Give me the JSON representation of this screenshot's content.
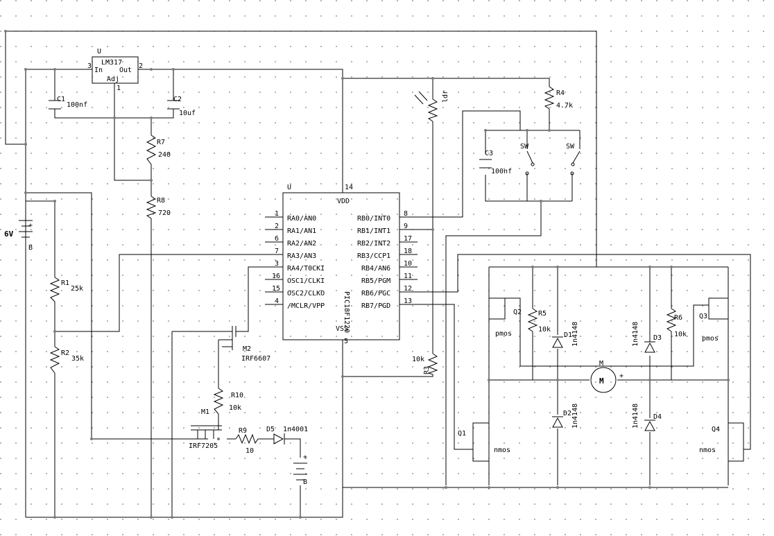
{
  "regulator": {
    "ref": "U",
    "part": "LM317",
    "in_label": "In",
    "out_label": "Out",
    "adj_label": "Adj",
    "pin_in": "3",
    "pin_out": "2",
    "pin_adj": "1"
  },
  "caps": [
    {
      "ref": "C1",
      "value": "100nf"
    },
    {
      "ref": "C2",
      "value": "10uf"
    },
    {
      "ref": "C3",
      "value": "100nf"
    }
  ],
  "resistors": [
    {
      "ref": "R7",
      "value": "240"
    },
    {
      "ref": "R8",
      "value": "720"
    },
    {
      "ref": "R1",
      "value": "25k"
    },
    {
      "ref": "R2",
      "value": "35k"
    },
    {
      "ref": "R10",
      "value": "10k"
    },
    {
      "ref": "R9",
      "value": "10"
    },
    {
      "ref": "R4",
      "value": "4.7k"
    },
    {
      "ref": "R3",
      "value": "10k"
    },
    {
      "ref": "R5",
      "value": "10k"
    },
    {
      "ref": "R6",
      "value": "10k"
    }
  ],
  "battery": {
    "voltage": "6V",
    "plus": "+",
    "name": "B"
  },
  "battery2": {
    "plus": "+",
    "name": "B"
  },
  "mcu": {
    "ref": "U",
    "part": "PIC18F1220",
    "vdd": "VDD",
    "vss": "VSS",
    "vdd_pin": "14",
    "vss_pin": "5",
    "left_pins": [
      {
        "num": "1",
        "name": "RA0/AN0"
      },
      {
        "num": "2",
        "name": "RA1/AN1"
      },
      {
        "num": "6",
        "name": "RA2/AN2"
      },
      {
        "num": "7",
        "name": "RA3/AN3"
      },
      {
        "num": "3",
        "name": "RA4/T0CKI"
      },
      {
        "num": "16",
        "name": "OSC1/CLKI"
      },
      {
        "num": "15",
        "name": "OSC2/CLKO"
      },
      {
        "num": "4",
        "name": "/MCLR/VPP"
      }
    ],
    "right_pins": [
      {
        "num": "8",
        "name": "RB0/INT0"
      },
      {
        "num": "9",
        "name": "RB1/INT1"
      },
      {
        "num": "17",
        "name": "RB2/INT2"
      },
      {
        "num": "18",
        "name": "RB3/CCP1"
      },
      {
        "num": "10",
        "name": "RB4/AN6"
      },
      {
        "num": "11",
        "name": "RB5/PGM"
      },
      {
        "num": "12",
        "name": "RB6/PGC"
      },
      {
        "num": "13",
        "name": "RB7/PGD"
      }
    ]
  },
  "mosfets": {
    "m2": {
      "ref": "M2",
      "part": "IRF6607"
    },
    "m1": {
      "ref": "M1",
      "part": "IRF7205"
    },
    "q1": {
      "ref": "Q1",
      "type": "nmos"
    },
    "q2": {
      "ref": "Q2",
      "type": "pmos"
    },
    "q3": {
      "ref": "Q3",
      "type": "pmos"
    },
    "q4": {
      "ref": "Q4",
      "type": "nmos"
    }
  },
  "diodes": [
    {
      "ref": "D5",
      "part": "1n4001"
    },
    {
      "ref": "D1",
      "part": "1n4148"
    },
    {
      "ref": "D2",
      "part": "1n4148"
    },
    {
      "ref": "D3",
      "part": "1n4148"
    },
    {
      "ref": "D4",
      "part": "1n4148"
    }
  ],
  "ldr": {
    "label": "ldr"
  },
  "switches": [
    {
      "label": "SW"
    },
    {
      "label": "SW"
    }
  ],
  "motor": {
    "ref": "M",
    "symbol": "M",
    "plus": "+"
  }
}
